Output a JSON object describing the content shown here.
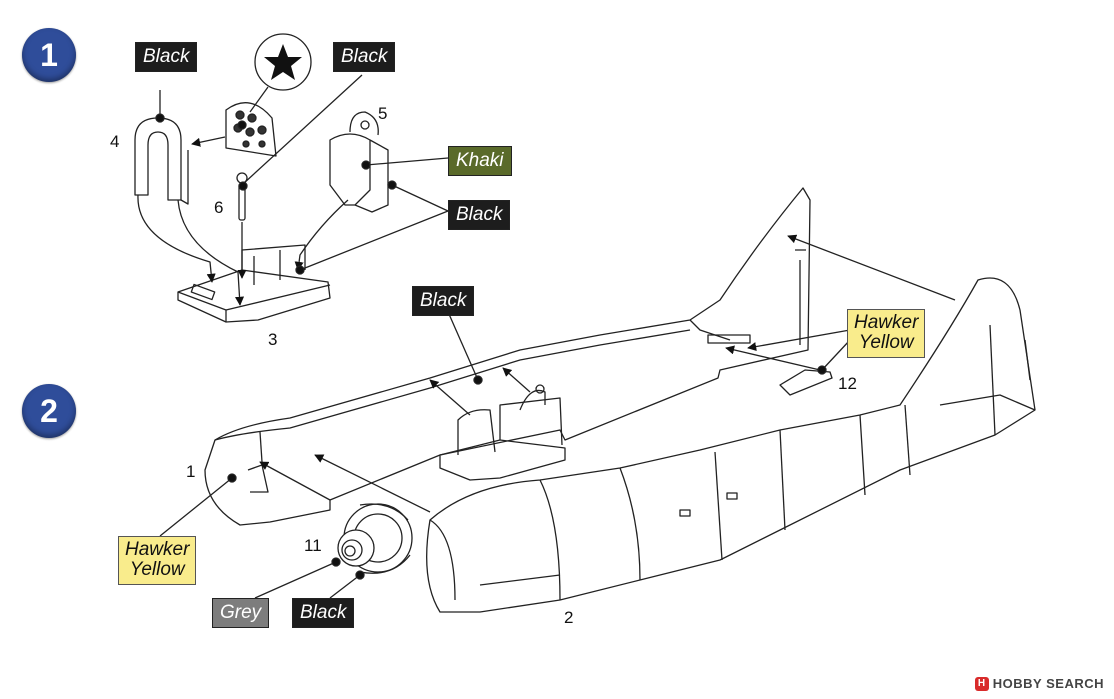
{
  "steps": {
    "one": "1",
    "two": "2"
  },
  "labels": {
    "black_top_left": "Black",
    "black_top_mid": "Black",
    "khaki": "Khaki",
    "black_right_step1": "Black",
    "black_step2_seat": "Black",
    "hawker_yellow_tail_line1": "Hawker",
    "hawker_yellow_tail_line2": "Yellow",
    "hawker_yellow_front_line1": "Hawker",
    "hawker_yellow_front_line2": "Yellow",
    "grey": "Grey",
    "black_bottom": "Black"
  },
  "part_numbers": {
    "p1": "1",
    "p2": "2",
    "p3": "3",
    "p4": "4",
    "p5": "5",
    "p6": "6",
    "p11": "11",
    "p12": "12"
  },
  "watermark": {
    "badge": "H",
    "text": "HOBBY SEARCH"
  },
  "colors": {
    "step_badge": "#2f4d9a",
    "black_label": "#1d1d1d",
    "khaki_label": "#5a6a2a",
    "grey_label": "#7d7d7d",
    "hawker_yellow_label": "#f9ec8c"
  }
}
